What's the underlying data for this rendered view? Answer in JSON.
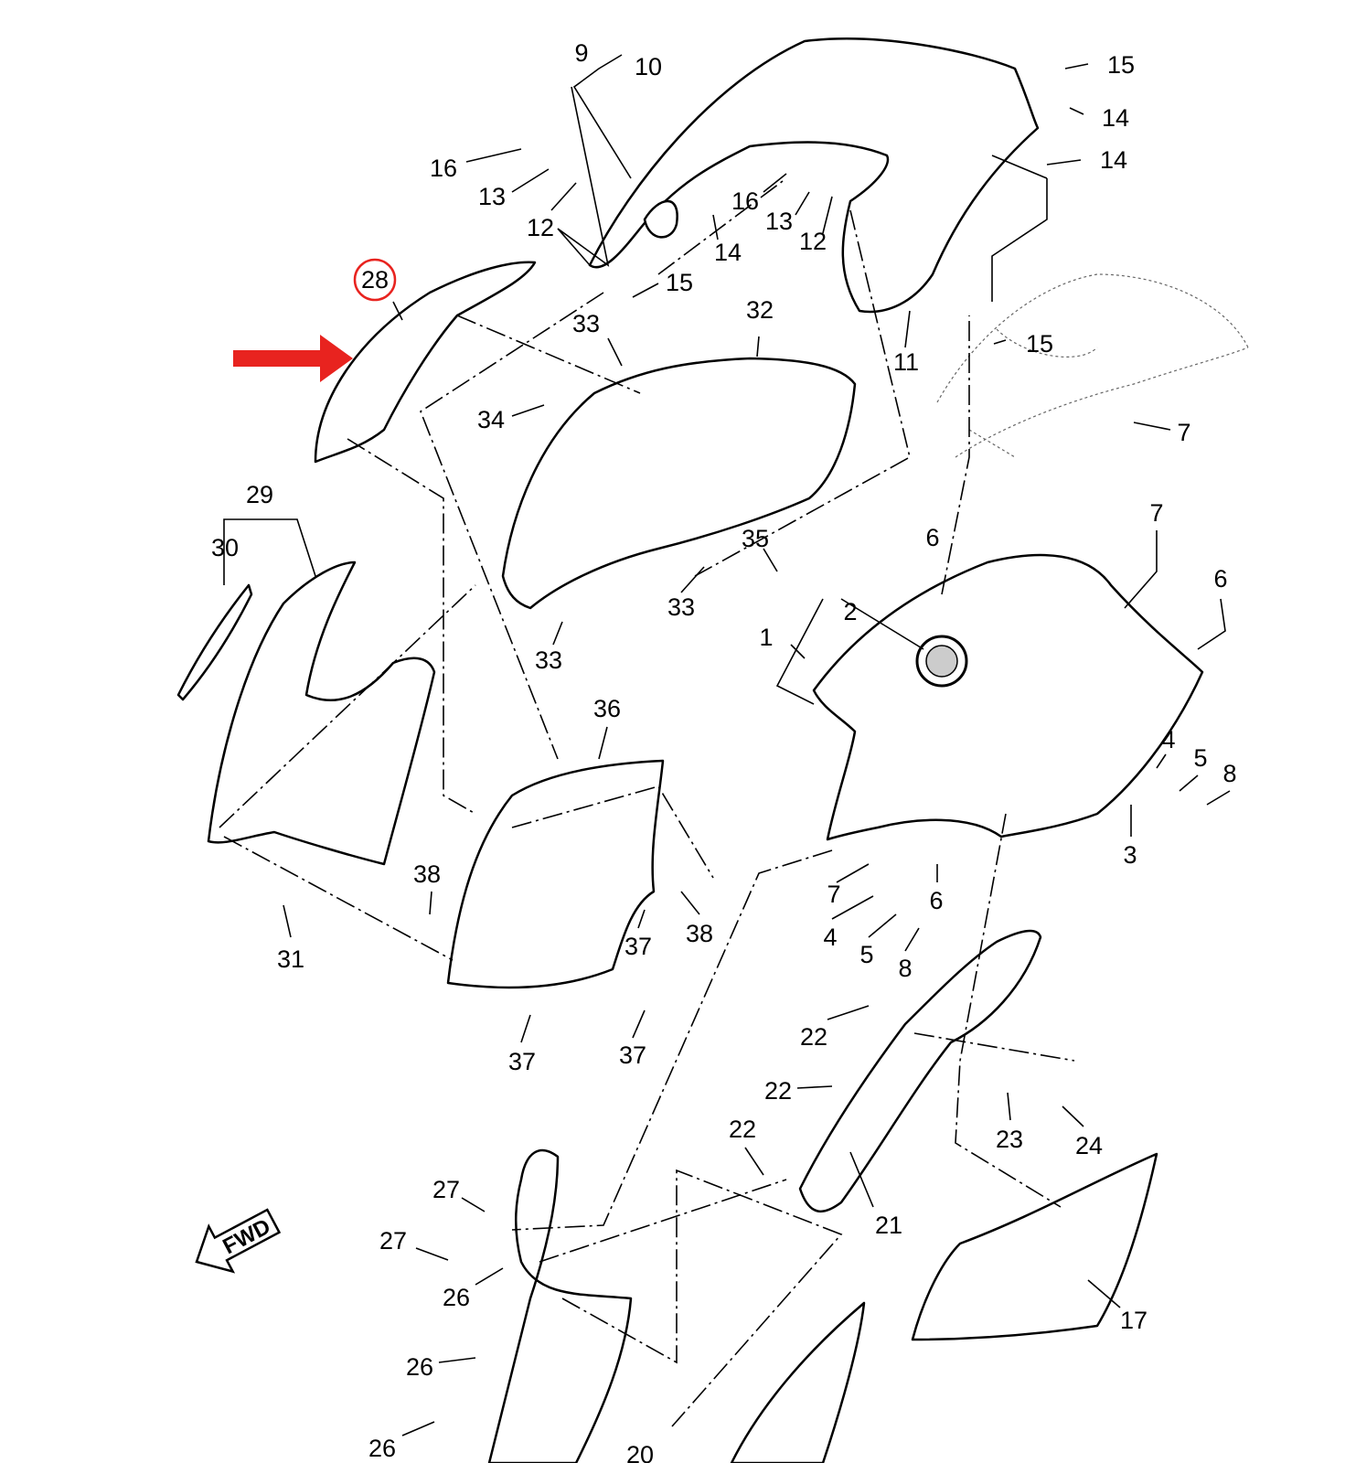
{
  "diagram": {
    "highlight_color": "#e8231f",
    "highlighted_part": "28",
    "fwd_label": "FWD",
    "labels": [
      "9",
      "10",
      "15",
      "14",
      "14",
      "16",
      "13",
      "16",
      "13",
      "12",
      "12",
      "14",
      "28",
      "15",
      "33",
      "32",
      "11",
      "15",
      "34",
      "7",
      "29",
      "30",
      "6",
      "7",
      "35",
      "6",
      "33",
      "2",
      "1",
      "33",
      "36",
      "4",
      "5",
      "8",
      "3",
      "38",
      "7",
      "6",
      "37",
      "38",
      "31",
      "4",
      "5",
      "8",
      "22",
      "37",
      "37",
      "22",
      "23",
      "24",
      "22",
      "27",
      "21",
      "27",
      "26",
      "17",
      "26",
      "20",
      "26"
    ]
  }
}
